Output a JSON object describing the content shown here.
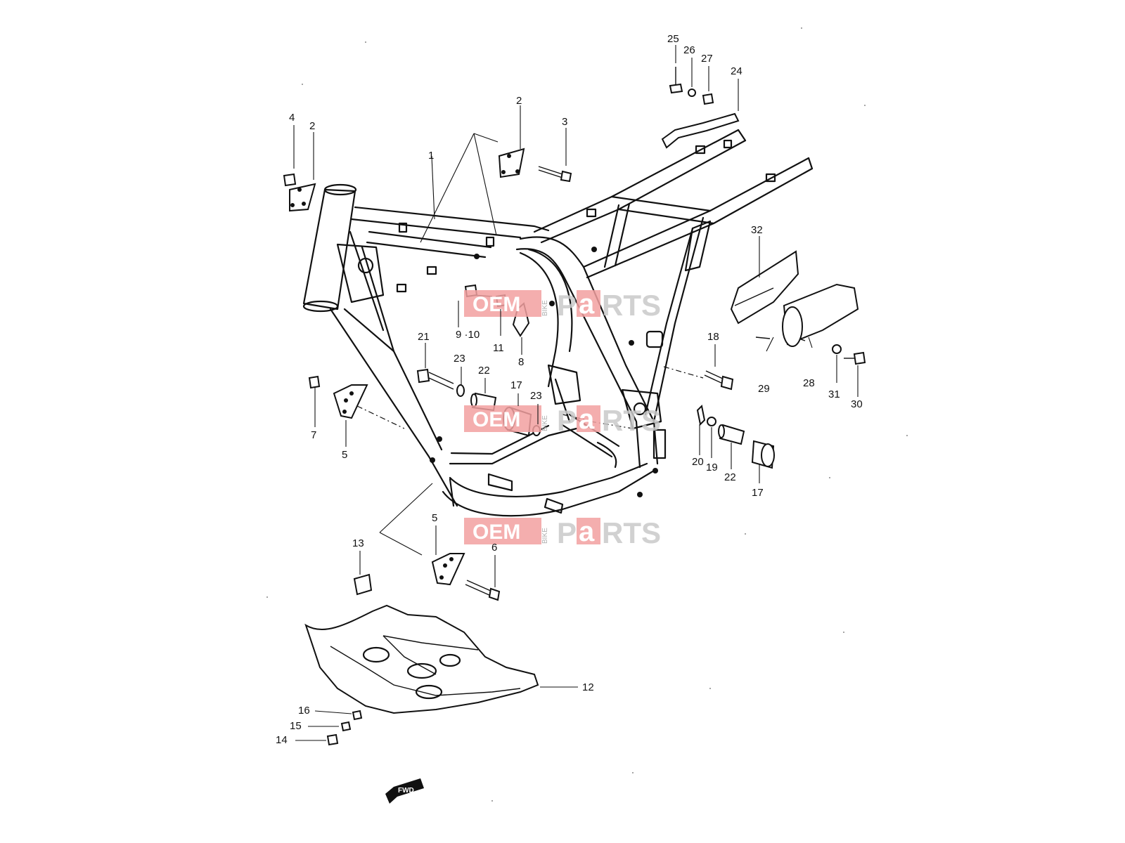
{
  "watermark": {
    "oem": "OEM",
    "bike": "BIKE",
    "parts_p": "P",
    "parts_a": "a",
    "parts_rts": "RTS"
  },
  "labels": {
    "l1": "1",
    "l2a": "2",
    "l2b": "2",
    "l3": "3",
    "l4": "4",
    "l5a": "5",
    "l5b": "5",
    "l6": "6",
    "l7": "7",
    "l8": "8",
    "l9_10": "9 ·10",
    "l11": "11",
    "l12": "12",
    "l13": "13",
    "l14": "14",
    "l15": "15",
    "l16": "16",
    "l17a": "17",
    "l17b": "17",
    "l18": "18",
    "l19": "19",
    "l20": "20",
    "l21": "21",
    "l22a": "22",
    "l22b": "22",
    "l23a": "23",
    "l23b": "23",
    "l24": "24",
    "l25": "25",
    "l26": "26",
    "l27": "27",
    "l28": "28",
    "l29": "29",
    "l30": "30",
    "l31": "31",
    "l32": "32"
  },
  "fwd_arrow": "FWD"
}
